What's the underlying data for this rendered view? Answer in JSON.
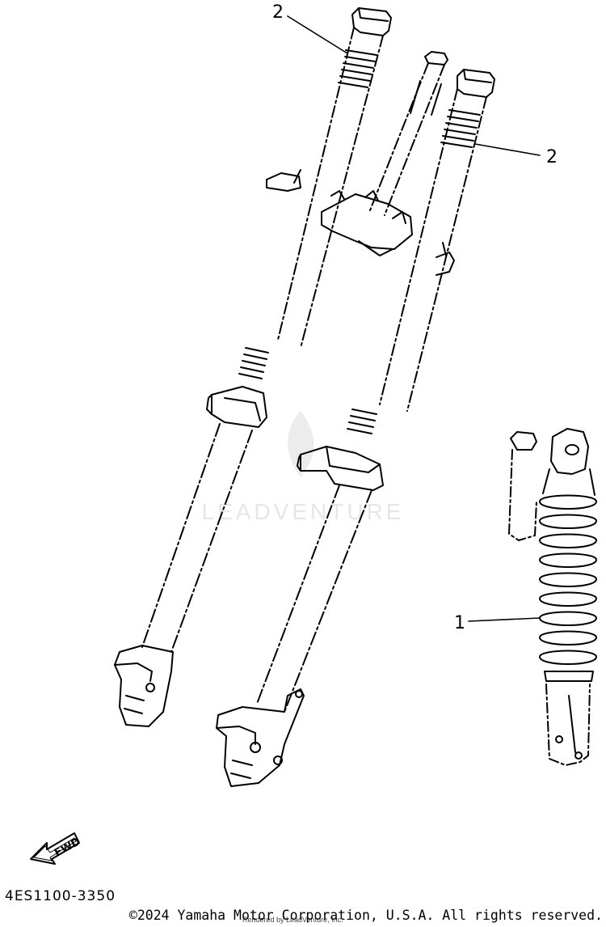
{
  "callouts": {
    "fork_left": "2",
    "fork_right": "2",
    "shock": "1"
  },
  "fwd_label": "FWD",
  "diagram_code": "4ES1100-3350",
  "copyright": "©2024 Yamaha Motor Corporation, U.S.A. All rights reserved.",
  "watermark": "LEADVENTURE",
  "rendered_by": "Rendered by LeadVenture, Inc."
}
